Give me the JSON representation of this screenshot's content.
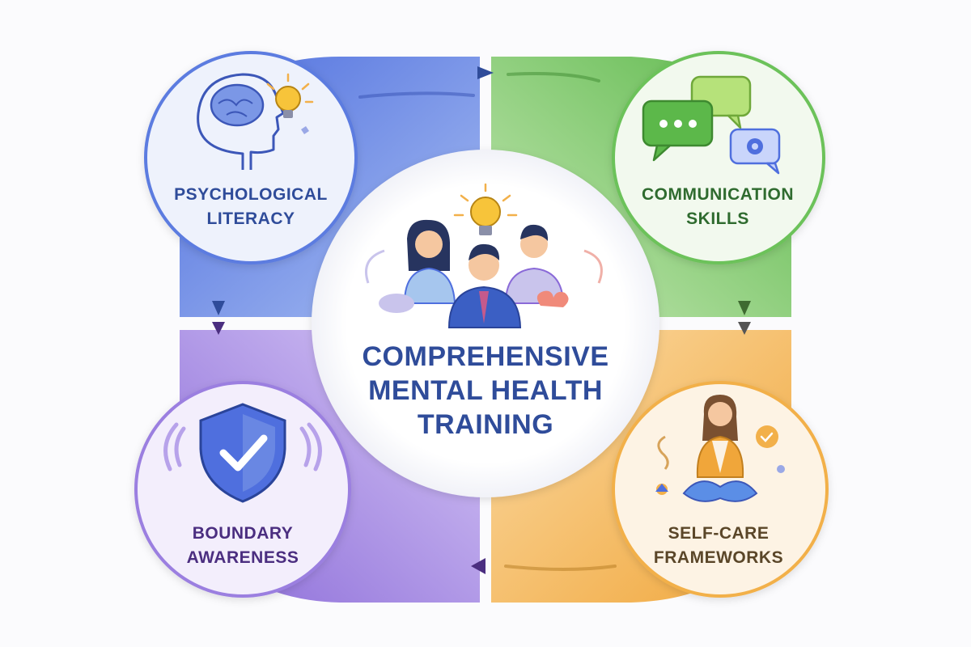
{
  "center": {
    "title_lines": [
      "COMPREHENSIVE",
      "MENTAL HEALTH",
      "TRAINING"
    ]
  },
  "quadrants": [
    {
      "id": "psych",
      "lines": [
        "PSYCHOLOGICAL",
        "LITERACY"
      ],
      "color": "#5b7be0",
      "icon": "head-brain-lightbulb-icon"
    },
    {
      "id": "comm",
      "lines": [
        "COMMUNICATION",
        "SKILLS"
      ],
      "color": "#6cc25a",
      "icon": "speech-bubbles-icon"
    },
    {
      "id": "bound",
      "lines": [
        "BOUNDARY",
        "AWARENESS"
      ],
      "color": "#9b7fe0",
      "icon": "shield-check-icon"
    },
    {
      "id": "self",
      "lines": [
        "SELF-CARE",
        "FRAMEWORKS"
      ],
      "color": "#f2b04a",
      "icon": "meditating-person-icon"
    }
  ],
  "colors": {
    "blue": "#5b7be0",
    "green": "#6cc25a",
    "purple": "#9b7fe0",
    "orange": "#f2b04a",
    "title": "#2f4c9a"
  }
}
